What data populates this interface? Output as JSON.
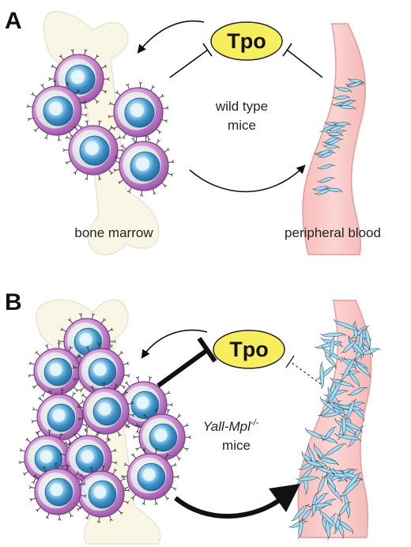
{
  "panel_a": {
    "letter": "A",
    "hormone": "Tpo",
    "mouse_line": "wild type",
    "mouse_suffix": "mice",
    "left_label": "bone marrow",
    "right_label": "peripheral blood"
  },
  "panel_b": {
    "letter": "B",
    "hormone": "Tpo",
    "genotype_gene1": "Yall-Mpl",
    "genotype_super": "-/-",
    "mouse_suffix": "mice"
  },
  "colors": {
    "tpo_fill": "#f7ee5e",
    "vessel_fill": "#f9c8c6",
    "vessel_edge": "#e79a9a",
    "bone_fill": "#faf6e6",
    "cell_outer": "#c07bc7",
    "nucleus": "#3d8fc2",
    "platelet": "#a8dcef"
  }
}
